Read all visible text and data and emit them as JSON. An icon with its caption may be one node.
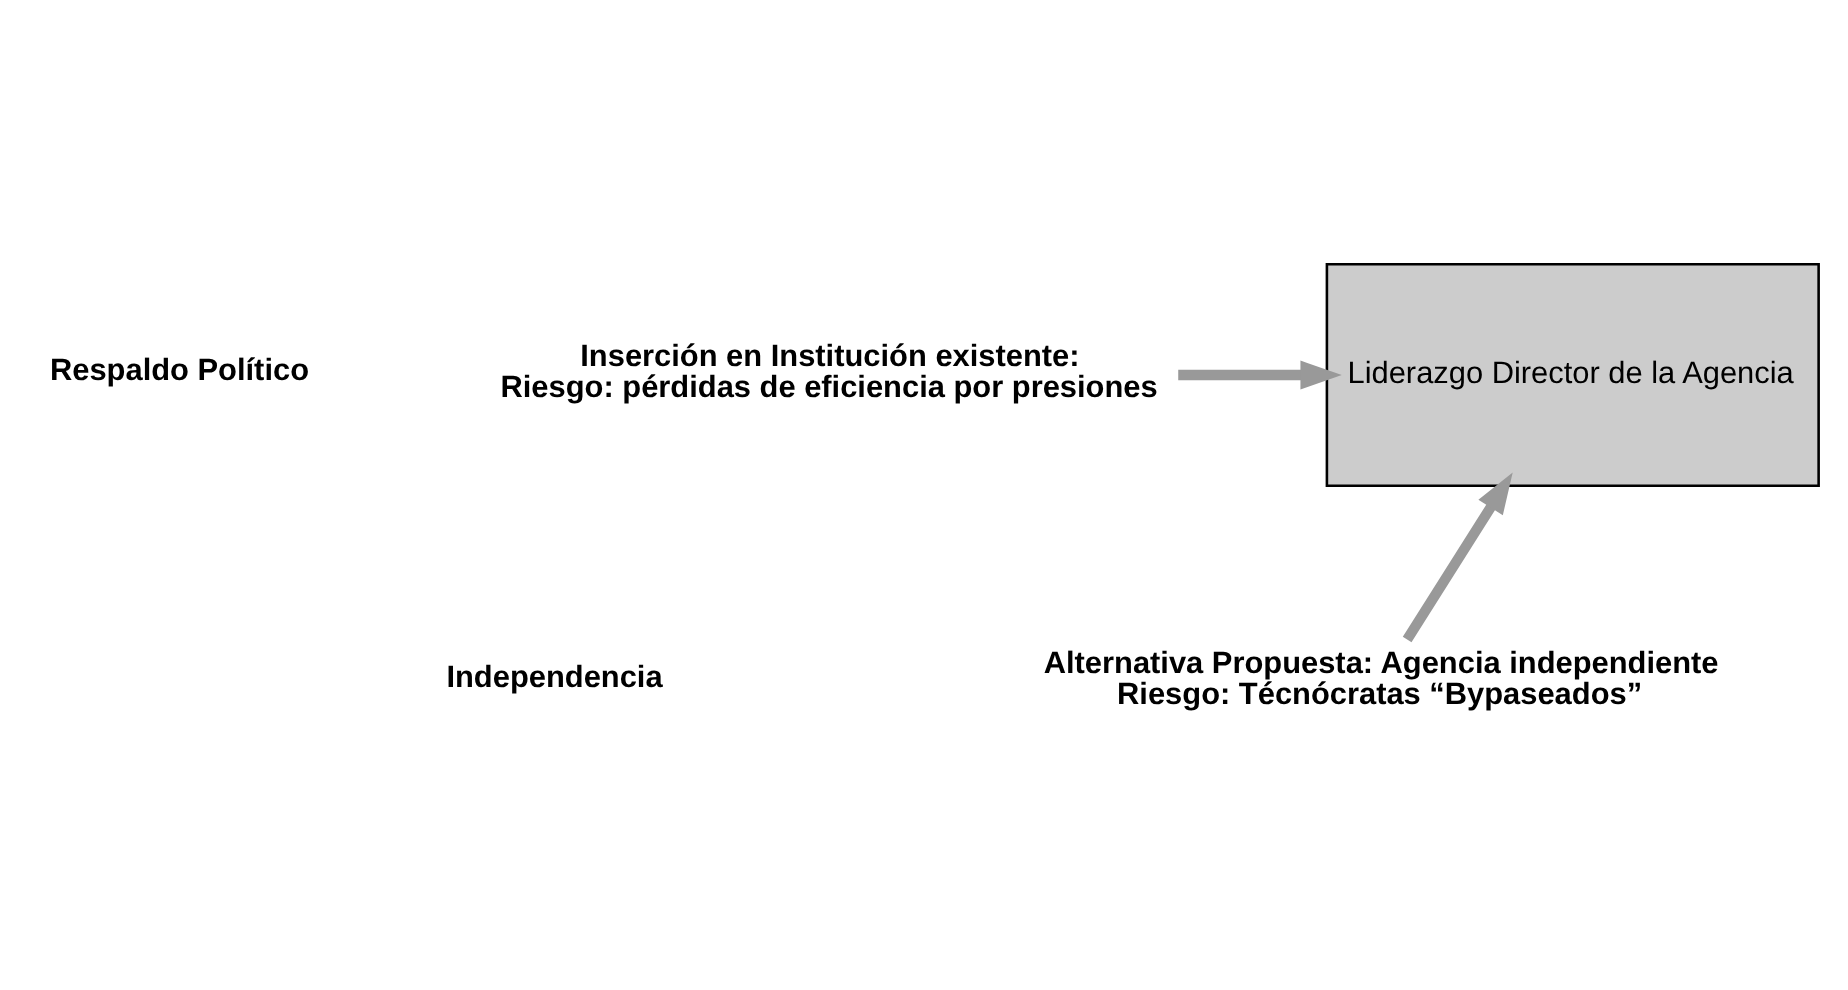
{
  "diagram": {
    "nodes": [
      {
        "text": [
          "Liderazgo Director de la Agencia"
        ]
      },
      {
        "text": [
          "Inserción en Institución existente:",
          "Riesgo: pérdidas de eficiencia por presiones"
        ]
      },
      {
        "text": [
          "Alternativa Propuesta: Agencia independiente",
          "Riesgo: Técnócratas “Bypaseados”"
        ]
      }
    ],
    "edges": [
      {
        "from": 1,
        "to": 0,
        "arrow": "to"
      },
      {
        "from": 2,
        "to": 0,
        "arrow": "to"
      }
    ],
    "labels": [
      "Respaldo Político",
      "Independencia"
    ]
  }
}
